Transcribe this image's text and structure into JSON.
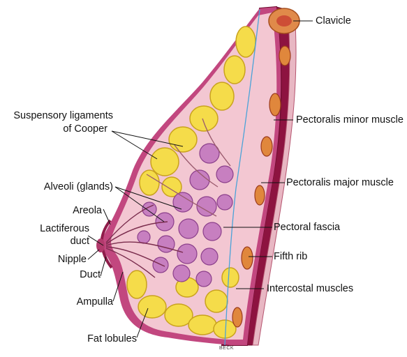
{
  "labels": {
    "clavicle": "Clavicle",
    "pectoralis_minor": "Pectoralis minor muscle",
    "pectoralis_major": "Pectoralis major muscle",
    "pectoral_fascia": "Pectoral fascia",
    "fifth_rib": "Fifth rib",
    "intercostal": "Intercostal muscles",
    "suspensory_1": "Suspensory ligaments",
    "suspensory_2": "of Cooper",
    "alveoli": "Alveoli (glands)",
    "areola": "Areola",
    "lactiferous_1": "Lactiferous",
    "lactiferous_2": "duct",
    "nipple": "Nipple",
    "duct": "Duct",
    "ampulla": "Ampulla",
    "fat_lobules": "Fat lobules"
  },
  "credit": "BECK",
  "colors": {
    "muscle": "#a8194a",
    "muscle_dark": "#7d0f36",
    "fat": "#f5dc4a",
    "fat_edge": "#c9a21e",
    "gland": "#c77fc0",
    "gland_edge": "#8b3f8b",
    "skin": "#c2477f",
    "rib": "#e0873c",
    "tissue": "#f3c7d2",
    "fascia": "#4aa3d8"
  }
}
